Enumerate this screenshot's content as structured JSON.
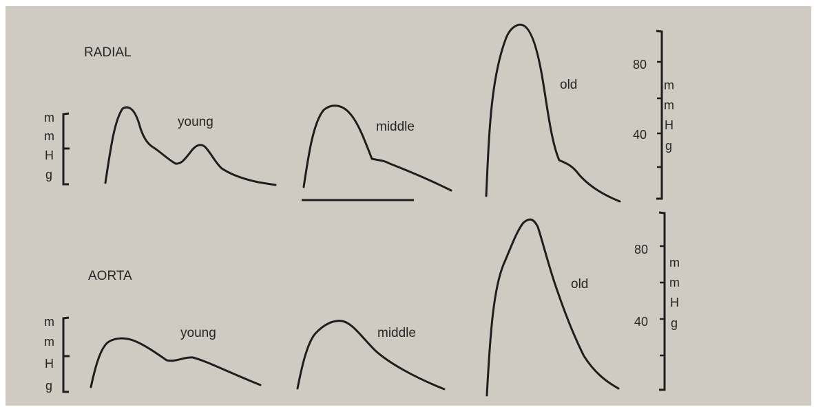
{
  "colors": {
    "paper": "#cfcbc2",
    "ink": "#1e1e1e",
    "text": "#262626"
  },
  "rows": {
    "radial": {
      "title": "RADIAL"
    },
    "aorta": {
      "title": "AORTA"
    }
  },
  "labels": {
    "young": "young",
    "middle": "middle",
    "old": "old"
  },
  "unit_letters": [
    "m",
    "m",
    "H",
    "g"
  ],
  "scale": {
    "tick_80": "80",
    "tick_40": "40"
  }
}
